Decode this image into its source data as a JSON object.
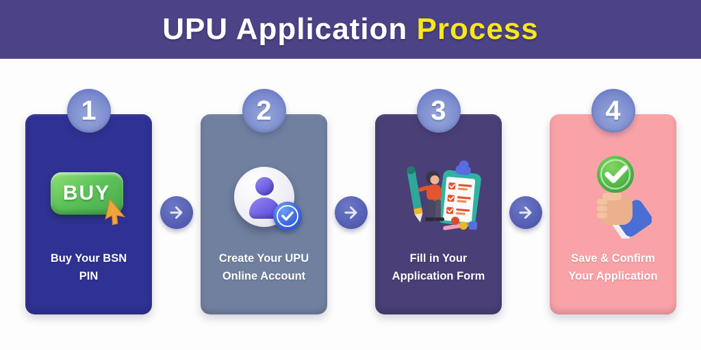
{
  "header": {
    "title": "UPU Application ",
    "title_highlight": "Process"
  },
  "steps": [
    {
      "number": "1",
      "line1": "Buy Your BSN",
      "line2": "PIN",
      "icon": "buy-button-cursor-icon",
      "card_color": "#2f3193",
      "icon_label": "BUY"
    },
    {
      "number": "2",
      "line1": "Create Your UPU",
      "line2": "Online Account",
      "icon": "verified-account-icon",
      "card_color": "#71809f"
    },
    {
      "number": "3",
      "line1": "Fill in Your",
      "line2": "Application Form",
      "icon": "form-checklist-icon",
      "card_color": "#4a3f76"
    },
    {
      "number": "4",
      "line1": "Save & Confirm",
      "line2": "Your Application",
      "icon": "confirm-hand-check-icon",
      "card_color": "#f9a3a8"
    }
  ],
  "colors": {
    "header_bg": "#4c4387",
    "title_text": "#ffffff",
    "title_highlight": "#f8e71c",
    "badge_sphere": "#7d8ed0",
    "arrow_circle": "#5560b4",
    "buy_green": "#5fc35b",
    "cursor_orange": "#f2a33c",
    "avatar_purple": "#5c4edb",
    "verify_blue": "#3b66dd",
    "confirm_green": "#55bb48",
    "page_bg": "#fdfdfd"
  }
}
